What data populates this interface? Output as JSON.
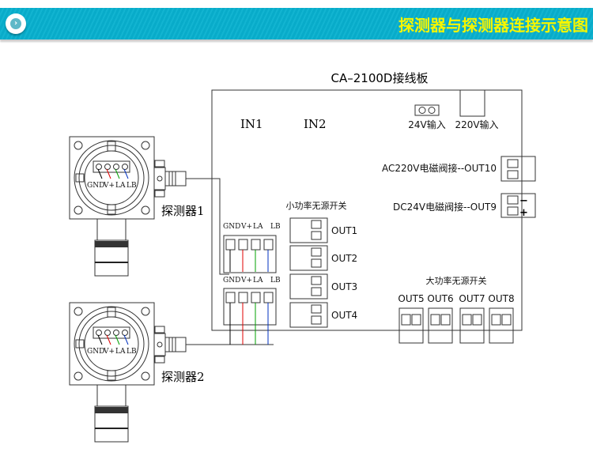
{
  "header": {
    "title": "探测器与探测器连接示意图",
    "icon": "chevron-right-icon"
  },
  "board": {
    "title": "CA–2100D接线板",
    "in1": "IN1",
    "in2": "IN2",
    "input_24v": "24V输入",
    "input_220v": "220V输入",
    "ac_valve": "AC220V电磁阀接--OUT10",
    "dc_valve": "DC24V电磁阀接--OUT9",
    "minus": "−",
    "plus": "+",
    "small_switch": "小功率无源开关",
    "large_switch": "大功率无源开关",
    "small_outs": [
      "OUT1",
      "OUT2",
      "OUT3",
      "OUT4"
    ],
    "large_outs": [
      "OUT5",
      "OUT6",
      "OUT7",
      "OUT8"
    ]
  },
  "terminals": [
    "GND",
    "V+",
    "LA",
    "LB"
  ],
  "detectors": [
    {
      "label": "探测器1"
    },
    {
      "label": "探测器2"
    }
  ],
  "wire_colors": {
    "gnd": "#000000",
    "vplus": "#e00000",
    "la": "#00a000",
    "lb": "#0030c0"
  }
}
